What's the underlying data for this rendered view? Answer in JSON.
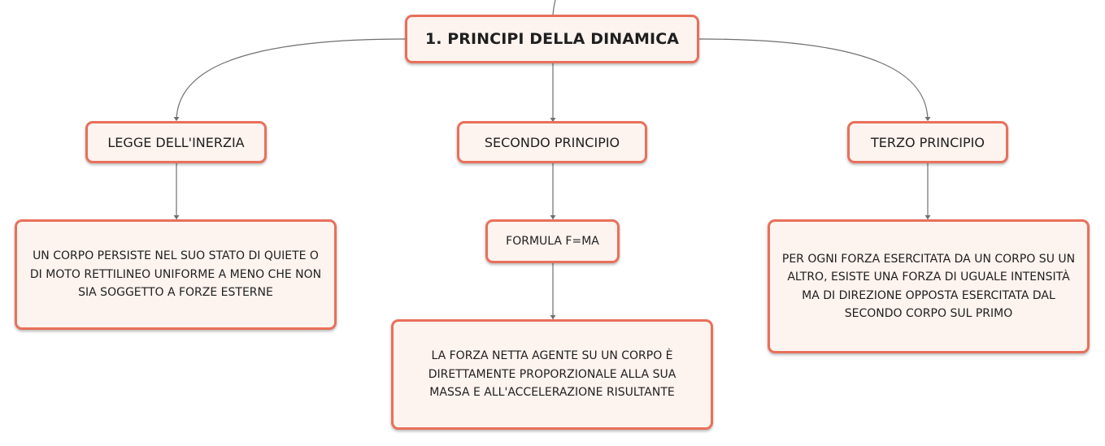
{
  "mindmap": {
    "root": {
      "label": "1. PRINCIPI DELLA DINAMICA"
    },
    "branches": [
      {
        "label": "LEGGE DELL'INERZIA",
        "children": [
          {
            "label": "UN CORPO PERSISTE NEL SUO STATO DI QUIETE O DI MOTO RETTILINEO UNIFORME A MENO CHE NON SIA SOGGETTO A FORZE ESTERNE"
          }
        ]
      },
      {
        "label": "SECONDO PRINCIPIO",
        "children": [
          {
            "label": "FORMULA F=MA"
          },
          {
            "label": "LA FORZA NETTA AGENTE SU UN CORPO È DIRETTAMENTE PROPORZIONALE ALLA SUA MASSA E ALL'ACCELERAZIONE RISULTANTE"
          }
        ]
      },
      {
        "label": "TERZO PRINCIPIO",
        "children": [
          {
            "label": "PER OGNI FORZA ESERCITATA DA UN CORPO SU UN ALTRO, ESISTE UNA FORZA DI UGUALE INTENSITÀ MA DI DIREZIONE OPPOSTA ESERCITATA DAL SECONDO CORPO SUL PRIMO"
          }
        ]
      }
    ],
    "colors": {
      "node_border": "#e8705a",
      "node_fill": "#fdf3ef",
      "connector": "#6e6e6e"
    }
  }
}
